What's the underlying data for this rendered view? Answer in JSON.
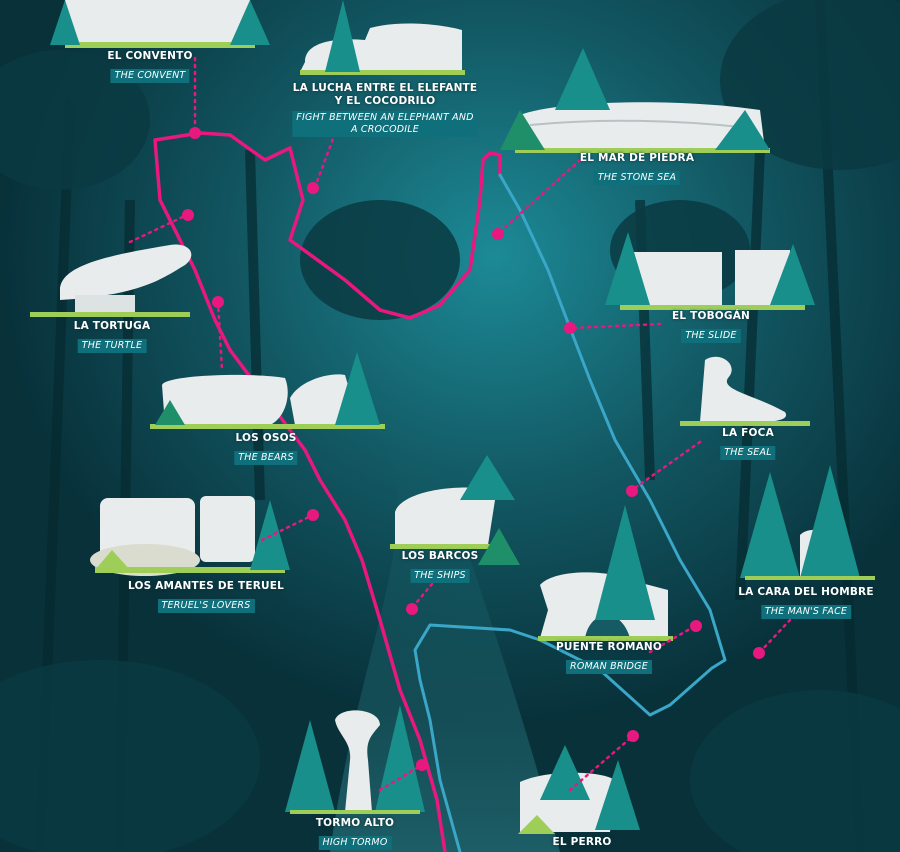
{
  "colors": {
    "route_magenta": "#e8187e",
    "route_blue": "#3aa6c8",
    "label_bg": "#0f6f7a",
    "background": "#0b3f48"
  },
  "places": [
    {
      "name": "EL CONVENTO",
      "translation": "THE CONVENT"
    },
    {
      "name": "LA LUCHA ENTRE EL ELEFANTE\nY EL COCODRILO",
      "translation": "FIGHT BETWEEN AN ELEPHANT AND\nA CROCODILE"
    },
    {
      "name": "EL MAR DE PIEDRA",
      "translation": "THE STONE SEA"
    },
    {
      "name": "LA TORTUGA",
      "translation": "THE TURTLE"
    },
    {
      "name": "EL TOBOGÁN",
      "translation": "THE SLIDE"
    },
    {
      "name": "LOS OSOS",
      "translation": "THE BEARS"
    },
    {
      "name": "LA FOCA",
      "translation": "THE SEAL"
    },
    {
      "name": "LOS AMANTES DE TERUEL",
      "translation": "TERUEL'S LOVERS"
    },
    {
      "name": "LOS BARCOS",
      "translation": "THE SHIPS"
    },
    {
      "name": "LA CARA DEL HOMBRE",
      "translation": "THE MAN'S FACE"
    },
    {
      "name": "PUENTE ROMANO",
      "translation": "ROMAN BRIDGE"
    },
    {
      "name": "TORMO ALTO",
      "translation": "HIGH TORMO"
    },
    {
      "name": "EL PERRO",
      "translation": ""
    }
  ]
}
